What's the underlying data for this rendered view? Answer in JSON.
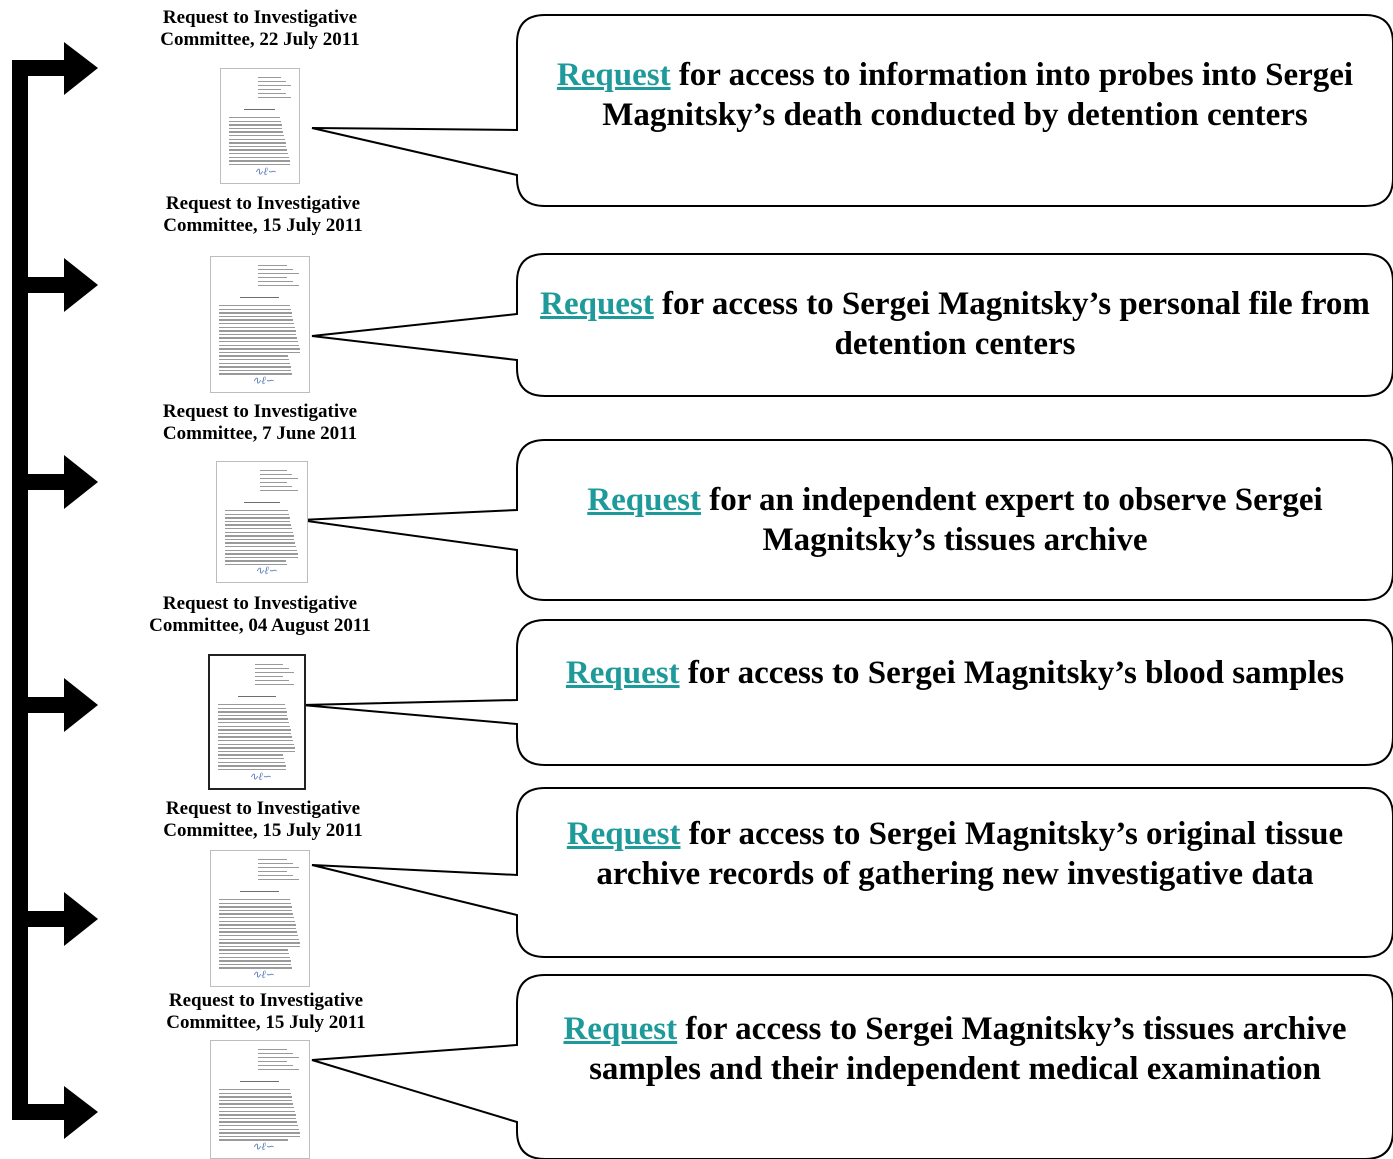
{
  "requests": [
    {
      "label_line1": "Request to Investigative",
      "label_line2": "Committee, 22 July 2011",
      "link_text": "Request",
      "description": "for access to information into probes into Sergei Magnitsky’s death conducted by detention centers"
    },
    {
      "label_line1": "Request to Investigative",
      "label_line2": "Committee, 15 July 2011",
      "link_text": "Request",
      "description": "for access to Sergei Magnitsky’s personal file from detention centers"
    },
    {
      "label_line1": "Request to  Investigative",
      "label_line2": "Committee, 7 June 2011",
      "link_text": "Request",
      "description": "for an independent expert to observe Sergei Magnitsky’s tissues archive"
    },
    {
      "label_line1": "Request to Investigative",
      "label_line2": "Committee, 04 August 2011",
      "link_text": "Request",
      "description": "for access to Sergei Magnitsky’s blood samples"
    },
    {
      "label_line1": "Request to Investigative",
      "label_line2": "Committee, 15 July 2011",
      "link_text": "Request",
      "description": "for access to Sergei Magnitsky’s original tissue archive records of gathering new investigative data"
    },
    {
      "label_line1": "Request to Investigative",
      "label_line2": "Committee, 15 July 2011",
      "link_text": "Request",
      "description": "for access to Sergei Magnitsky’s tissues archive samples and their independent medical examination"
    }
  ],
  "colors": {
    "link": "#1f9a9a",
    "arrow": "#000000",
    "callout_border": "#000000"
  }
}
